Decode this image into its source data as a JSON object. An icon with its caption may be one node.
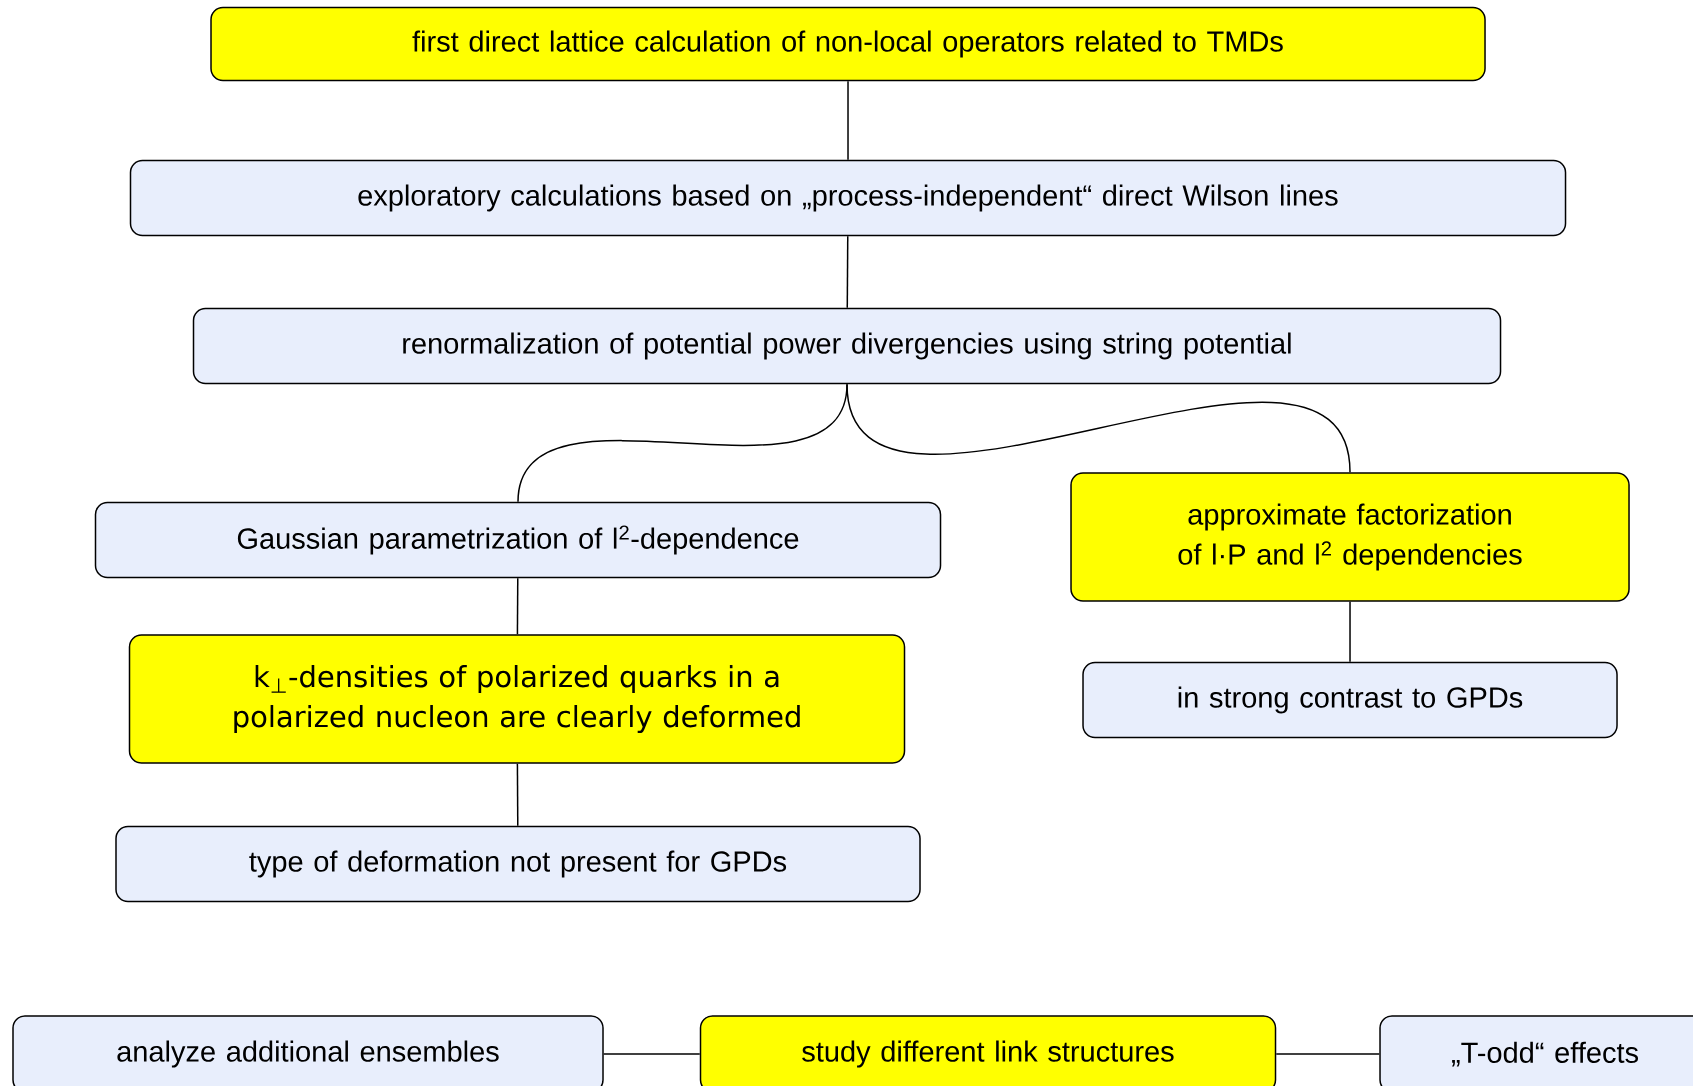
{
  "diagram": {
    "nodes": [
      {
        "text": [
          "first direct lattice calculation of non-local operators related to TMDs"
        ]
      },
      {
        "text": [
          "exploratory calculations based on „process-independent“ direct Wilson lines"
        ]
      },
      {
        "text": [
          "renormalization of potential power divergencies using string potential"
        ]
      },
      {
        "text": [
          "Gaussian parametrization of l$^{2}$-dependence"
        ]
      },
      {
        "text": [
          "approximate factorization of l·P and l$^{2}$ dependencies"
        ]
      },
      {
        "text": [
          "k$_{⊥}$-densities of polarized quarks in a polarized nucleon are clearly deformed"
        ]
      },
      {
        "text": [
          "in strong contrast to GPDs"
        ]
      },
      {
        "text": [
          "type of deformation not present for GPDs"
        ]
      },
      {
        "text": [
          "analyze additional ensembles"
        ]
      },
      {
        "text": [
          "study different link structures"
        ]
      },
      {
        "text": [
          "„T-odd“ effects"
        ]
      }
    ],
    "edges": [
      {
        "from": 0,
        "to": 1,
        "arrow": "none"
      },
      {
        "from": 1,
        "to": 2,
        "arrow": "none"
      },
      {
        "from": 2,
        "to": 3,
        "arrow": "none"
      },
      {
        "from": 2,
        "to": 4,
        "arrow": "none"
      },
      {
        "from": 3,
        "to": 5,
        "arrow": "none"
      },
      {
        "from": 4,
        "to": 6,
        "arrow": "none"
      },
      {
        "from": 5,
        "to": 7,
        "arrow": "none"
      },
      {
        "from": 9,
        "to": 8,
        "arrow": "none"
      },
      {
        "from": 9,
        "to": 10,
        "arrow": "none"
      }
    ]
  }
}
